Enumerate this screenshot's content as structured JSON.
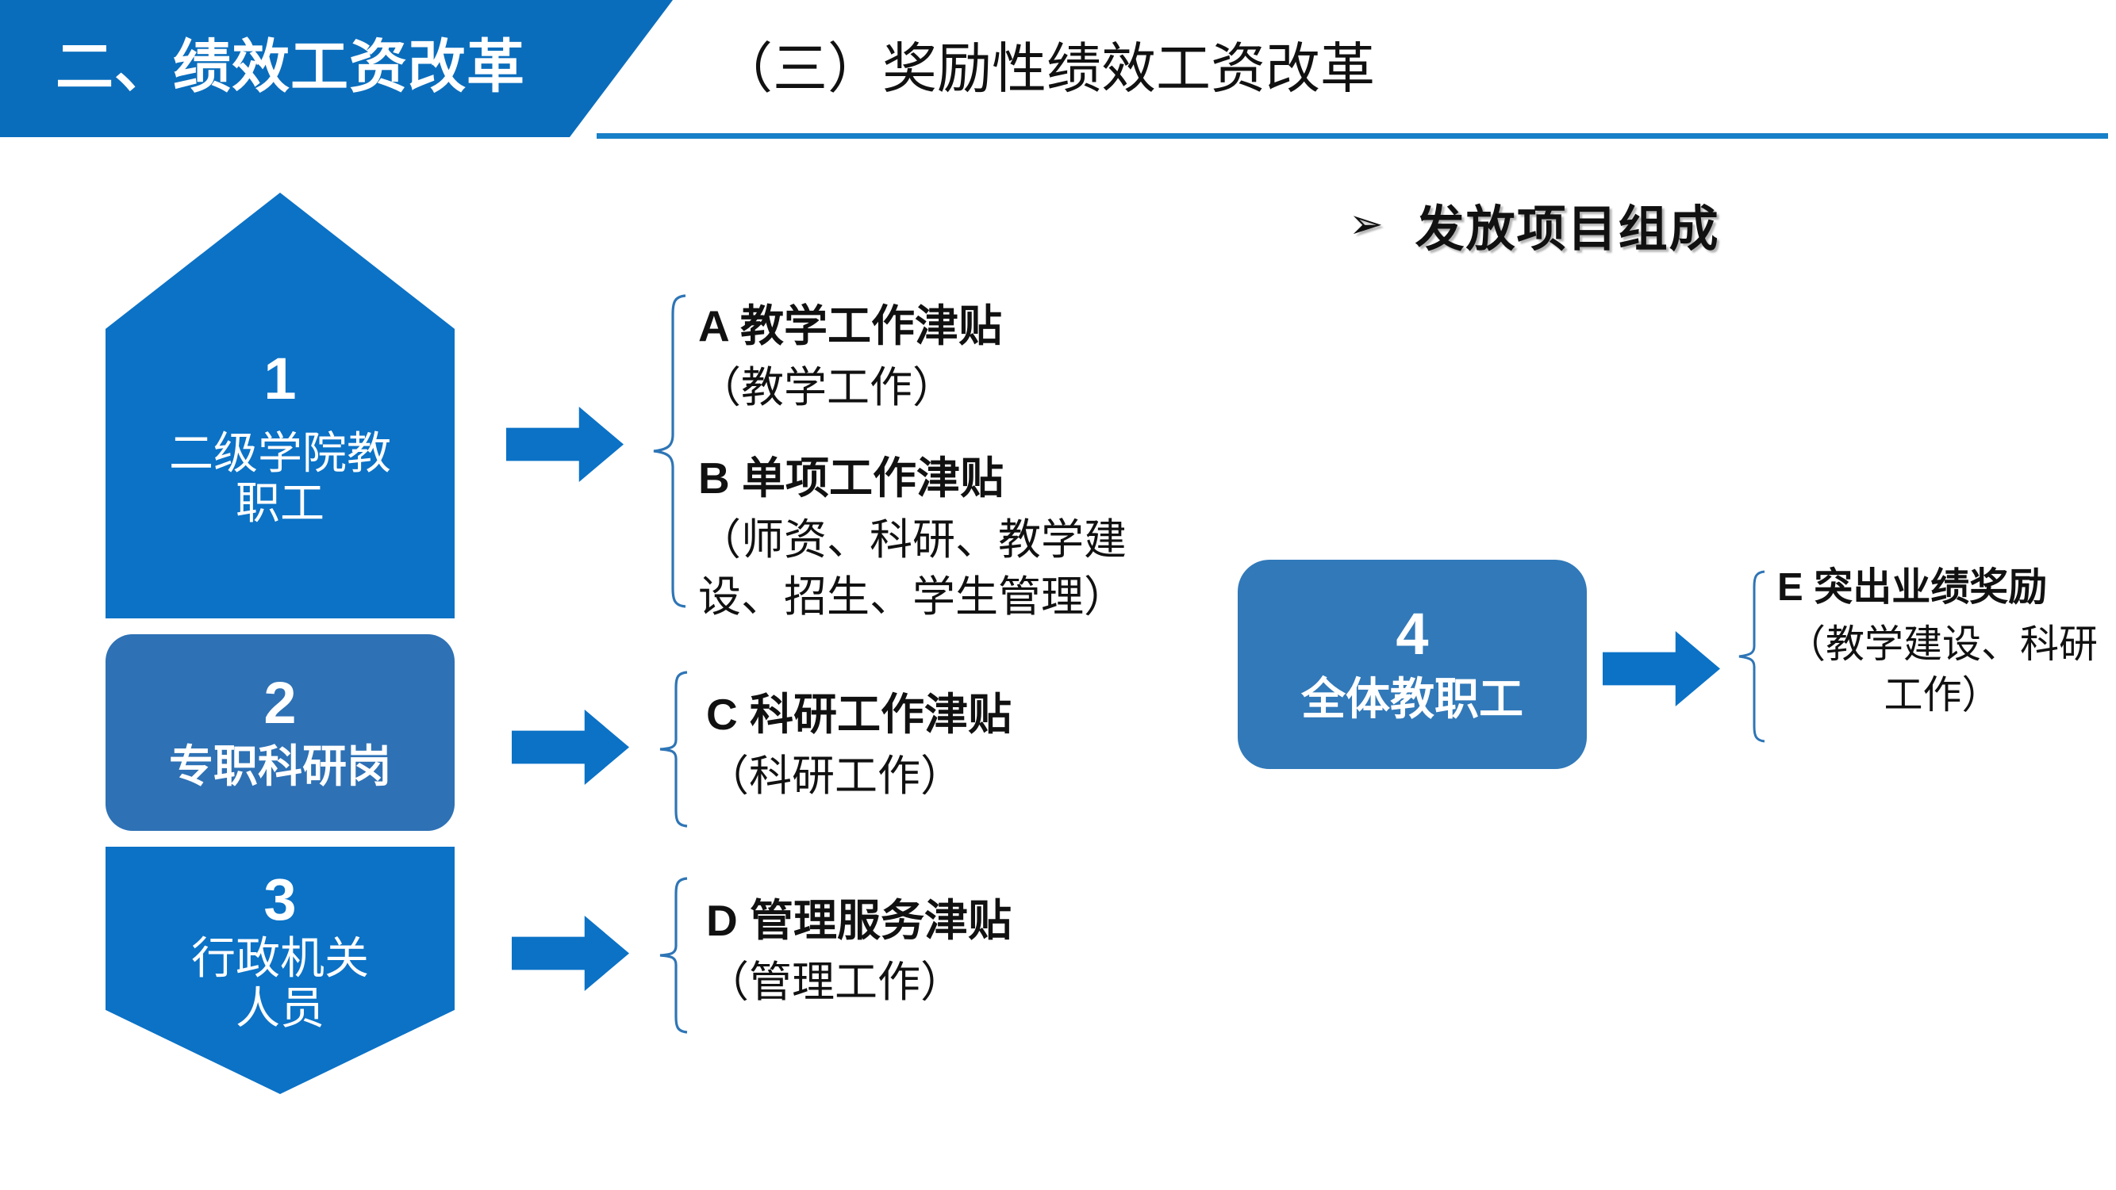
{
  "header": {
    "section_tab": "二、绩效工资改革",
    "title": "（三）奖励性绩效工资改革",
    "accent_color": "#0A6DBC",
    "rule_color": "#1880C8"
  },
  "bullet_heading": {
    "glyph": "➢",
    "icon_name": "arrow-bullet-icon",
    "label": "发放项目组成"
  },
  "groups": [
    {
      "number": "1",
      "caption_line1": "二级学院教",
      "caption_line2": "职工",
      "color": "#0B72C6",
      "shape": "pentagon-up",
      "bold": false
    },
    {
      "number": "2",
      "caption_line1": "专职科研岗",
      "caption_line2": "",
      "color": "#2E71B5",
      "shape": "rounded-rect",
      "bold": true
    },
    {
      "number": "3",
      "caption_line1": "行政机关",
      "caption_line2": "人员",
      "color": "#0B72C6",
      "shape": "pentagon-down",
      "bold": false
    },
    {
      "number": "4",
      "caption_line1": "全体教职工",
      "caption_line2": "",
      "color": "#3179B9",
      "shape": "rounded-rect",
      "bold": true
    }
  ],
  "items": [
    {
      "key": "A",
      "head": "A  教学工作津贴",
      "sub": "（教学工作）"
    },
    {
      "key": "B",
      "head": "B  单项工作津贴",
      "sub": "（师资、科研、教学建设、招生、学生管理）"
    },
    {
      "key": "C",
      "head": "C  科研工作津贴",
      "sub": "（科研工作）"
    },
    {
      "key": "D",
      "head": "D 管理服务津贴",
      "sub": "（管理工作）"
    },
    {
      "key": "E",
      "head": "E 突出业绩奖励",
      "sub": "（教学建设、科研工作）"
    }
  ],
  "connectors": {
    "arrow_color": "#0B72C6",
    "brace_color": "#2E75B6"
  }
}
